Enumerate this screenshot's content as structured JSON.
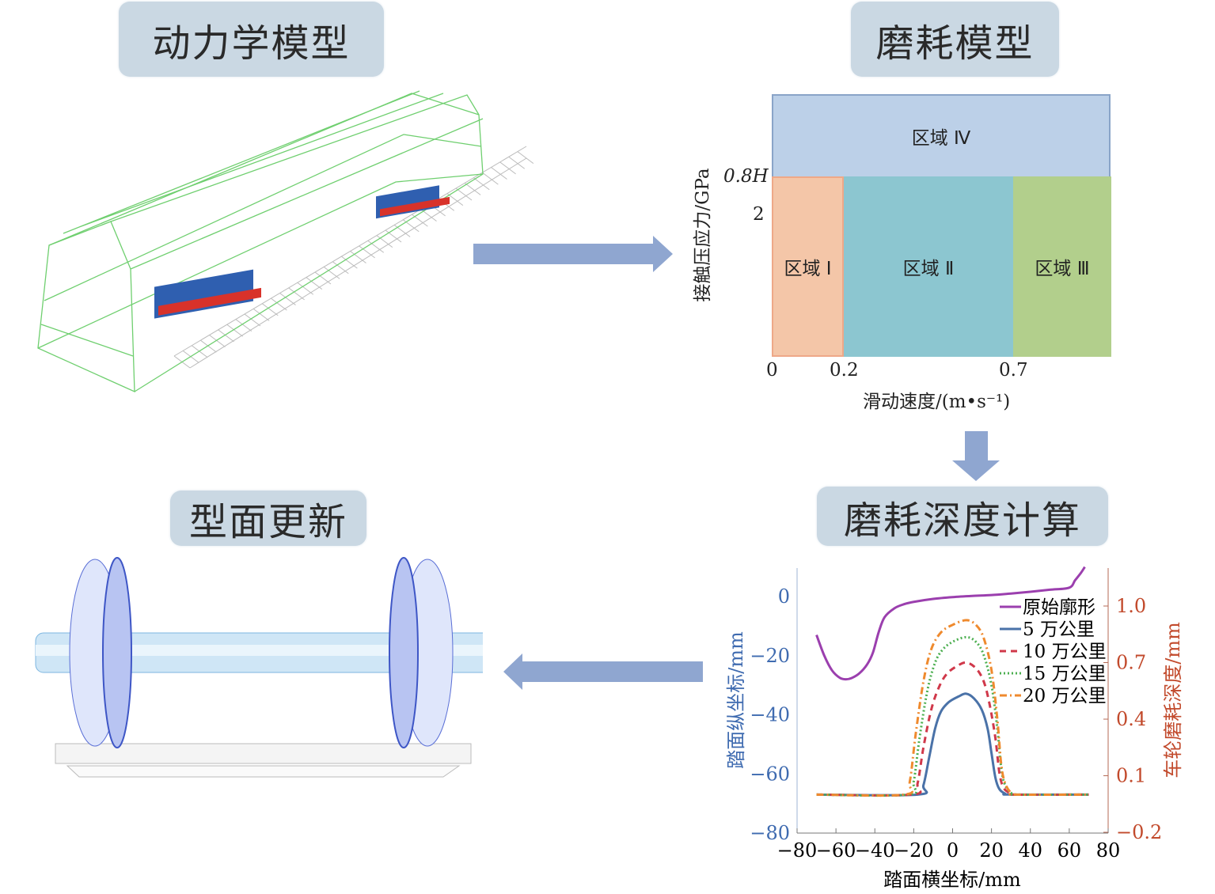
{
  "titles": {
    "dynamics": "动力学模型",
    "wear_model": "磨耗模型",
    "profile_update": "型面更新",
    "wear_depth": "磨耗深度计算"
  },
  "colors": {
    "title_bg": "#cad8e3",
    "arrow": "#8fa6d0",
    "zone1": "#f4c6a8",
    "zone2": "#8cc6d0",
    "zone3": "#b2cf8c",
    "zone4": "#bcd0e8"
  },
  "chart_data": [
    {
      "type": "region-map",
      "title": "磨耗模型",
      "xlabel": "滑动速度/(m•s⁻¹)",
      "ylabel": "接触压应力/GPa",
      "x_ticks": [
        "0",
        "0.2",
        "0.7"
      ],
      "y_ticks": [
        "0.8H",
        "2"
      ],
      "regions": [
        {
          "label": "区域 Ⅰ",
          "x_range": [
            0,
            0.2
          ],
          "y_range": [
            0,
            "0.8H"
          ]
        },
        {
          "label": "区域 Ⅱ",
          "x_range": [
            0.2,
            0.7
          ],
          "y_range": [
            0,
            "0.8H"
          ]
        },
        {
          "label": "区域 Ⅲ",
          "x_range": [
            0.7,
            null
          ],
          "y_range": [
            0,
            "0.8H"
          ]
        },
        {
          "label": "区域 Ⅳ",
          "x_range": [
            0,
            null
          ],
          "y_range": [
            "0.8H",
            null
          ]
        }
      ]
    },
    {
      "type": "line",
      "title": "磨耗深度计算",
      "xlabel": "踏面横坐标/mm",
      "ylabel_left": "踏面纵坐标/mm",
      "ylabel_right": "车轮磨耗深度/mm",
      "xlim": [
        -80,
        80
      ],
      "ylim_left": [
        -80,
        10
      ],
      "ylim_right": [
        -0.2,
        1.2
      ],
      "x_ticks": [
        "−80",
        "−60",
        "−40",
        "−20",
        "0",
        "20",
        "40",
        "60",
        "80"
      ],
      "y_ticks_left": [
        "0",
        "−20",
        "−40",
        "−60",
        "−80"
      ],
      "y_ticks_right": [
        "1.0",
        "0.7",
        "0.4",
        "0.1",
        "−0.2"
      ],
      "series": [
        {
          "name": "原始廓形",
          "axis": "left",
          "color": "#9b3fae",
          "dash": "",
          "x": [
            -70,
            -66,
            -62,
            -58,
            -55,
            -52,
            -48,
            -44,
            -41,
            -38,
            -35,
            -30,
            -25,
            -20,
            -10,
            0,
            10,
            20,
            30,
            40,
            50,
            60,
            63,
            66,
            68
          ],
          "y": [
            -13,
            -20,
            -25,
            -27.5,
            -28,
            -27.6,
            -26,
            -23,
            -19,
            -12,
            -7,
            -4,
            -2.6,
            -1.8,
            -0.8,
            -0.2,
            0.2,
            0.5,
            1,
            1.6,
            2.3,
            3,
            5.5,
            8,
            10
          ]
        },
        {
          "name": "5 万公里",
          "axis": "right",
          "color": "#4a72a8",
          "dash": "",
          "x": [
            -70,
            -18,
            -15,
            -12,
            -9,
            -6,
            -2,
            3,
            7,
            11,
            15,
            18,
            20,
            22,
            24,
            27,
            30,
            70
          ],
          "y": [
            0,
            0,
            0.05,
            0.2,
            0.35,
            0.44,
            0.49,
            0.52,
            0.535,
            0.51,
            0.45,
            0.35,
            0.22,
            0.09,
            0.03,
            0.005,
            0,
            0
          ]
        },
        {
          "name": "10 万公里",
          "axis": "right",
          "color": "#d0384a",
          "dash": "8,6",
          "x": [
            -70,
            -21,
            -18,
            -15,
            -11,
            -7,
            -3,
            2,
            7,
            12,
            16,
            19,
            22,
            24,
            26,
            29,
            32,
            70
          ],
          "y": [
            0,
            0,
            0.06,
            0.25,
            0.45,
            0.57,
            0.64,
            0.68,
            0.7,
            0.67,
            0.6,
            0.48,
            0.3,
            0.12,
            0.04,
            0.01,
            0,
            0
          ]
        },
        {
          "name": "15 万公里",
          "axis": "right",
          "color": "#4caf50",
          "dash": "2,3",
          "x": [
            -70,
            -23,
            -20,
            -17,
            -13,
            -9,
            -5,
            0,
            7,
            12,
            16,
            20,
            23,
            25,
            27,
            30,
            33,
            70
          ],
          "y": [
            0,
            0,
            0.07,
            0.3,
            0.55,
            0.7,
            0.77,
            0.81,
            0.835,
            0.81,
            0.74,
            0.58,
            0.35,
            0.14,
            0.05,
            0.01,
            0,
            0
          ]
        },
        {
          "name": "20 万公里",
          "axis": "right",
          "color": "#ef8a2e",
          "dash": "9,4,2,4",
          "x": [
            -70,
            -25,
            -22,
            -19,
            -15,
            -11,
            -6,
            0,
            7,
            12,
            16,
            20,
            23,
            25,
            27,
            30,
            33,
            70
          ],
          "y": [
            0,
            0,
            0.07,
            0.32,
            0.6,
            0.77,
            0.86,
            0.9,
            0.925,
            0.9,
            0.83,
            0.66,
            0.4,
            0.16,
            0.06,
            0.01,
            0,
            0
          ]
        }
      ],
      "legend": "top-right"
    }
  ]
}
